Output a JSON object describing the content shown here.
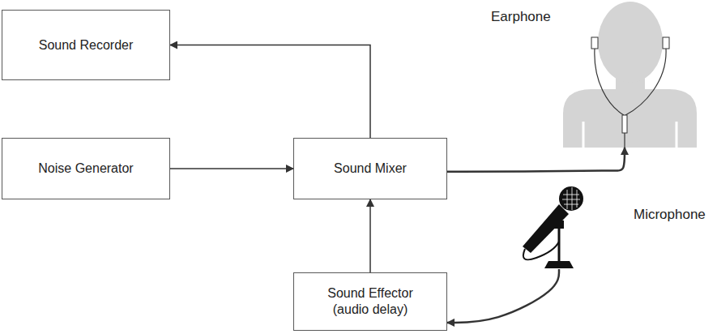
{
  "diagram": {
    "nodes": [
      {
        "text": [
          "Sound Recorder"
        ]
      },
      {
        "text": [
          "Noise Generator"
        ]
      },
      {
        "text": [
          "Sound Mixer"
        ]
      },
      {
        "text": [
          "Sound Effector (audio delay)"
        ]
      },
      {
        "text": [
          "Earphone"
        ]
      },
      {
        "text": [
          "Microphone"
        ]
      }
    ],
    "edges": [
      {
        "from": 2,
        "to": 0,
        "arrow": "to"
      },
      {
        "from": 1,
        "to": 2,
        "arrow": "to"
      },
      {
        "from": 3,
        "to": 2,
        "arrow": "to"
      },
      {
        "from": 2,
        "to": 4,
        "arrow": "to"
      },
      {
        "from": 5,
        "to": 3,
        "arrow": "to"
      }
    ]
  }
}
